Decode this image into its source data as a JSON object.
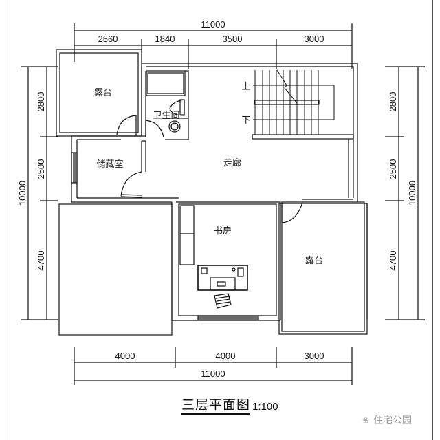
{
  "drawing": {
    "title": "三层平面图",
    "scale": "1:100",
    "watermark": "住宅公园",
    "watermark_icon": "wechat-bubble-icon"
  },
  "dimensions": {
    "top": {
      "total": "11000",
      "segments": [
        "2660",
        "1840",
        "3500",
        "3000"
      ]
    },
    "bottom": {
      "total": "11000",
      "segments": [
        "4000",
        "4000",
        "3000"
      ]
    },
    "left": {
      "total": "10000",
      "segments": [
        "2800",
        "2500",
        "4700"
      ]
    },
    "right": {
      "total": "10000",
      "segments": [
        "2800",
        "2500",
        "4700"
      ]
    }
  },
  "rooms": {
    "terrace_nw": "露台",
    "bathroom": "卫生间",
    "storage": "储藏室",
    "corridor": "走廊",
    "study": "书房",
    "terrace_se": "露台"
  },
  "stairs": {
    "up_label": "上",
    "down_label": "下"
  },
  "colors": {
    "line": "#111111",
    "background": "#ffffff",
    "watermark": "#999999"
  }
}
